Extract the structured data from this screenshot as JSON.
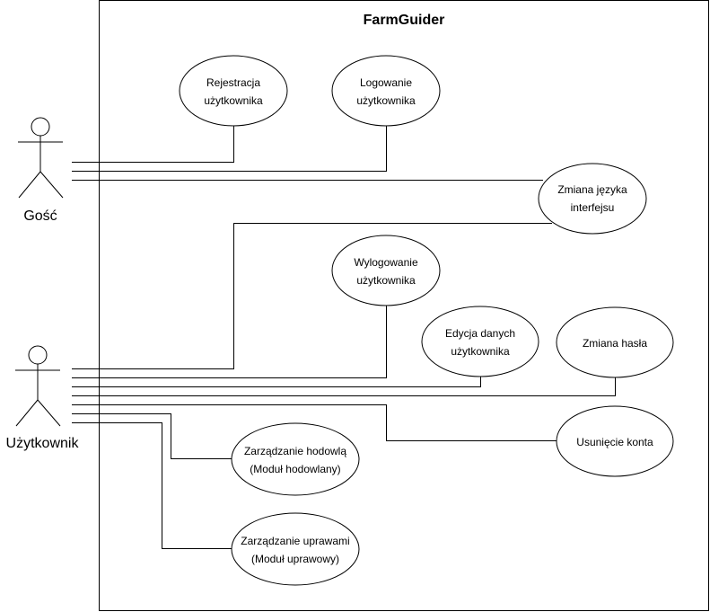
{
  "system": {
    "title": "FarmGuider"
  },
  "actors": {
    "guest": "Gość",
    "user": "Użytkownik"
  },
  "use_cases": {
    "registration": [
      "Rejestracja",
      "użytkownika"
    ],
    "login": [
      "Logowanie",
      "użytkownika"
    ],
    "language": [
      "Zmiana języka",
      "interfejsu"
    ],
    "logout": [
      "Wylogowanie",
      "użytkownika"
    ],
    "edit_data": [
      "Edycja danych",
      "użytkownika"
    ],
    "password": [
      "Zmiana hasła"
    ],
    "delete_account": [
      "Usunięcie konta"
    ],
    "livestock": [
      "Zarządzanie hodowlą",
      "(Moduł hodowlany)"
    ],
    "crops": [
      "Zarządzanie uprawami",
      "(Moduł uprawowy)"
    ]
  }
}
